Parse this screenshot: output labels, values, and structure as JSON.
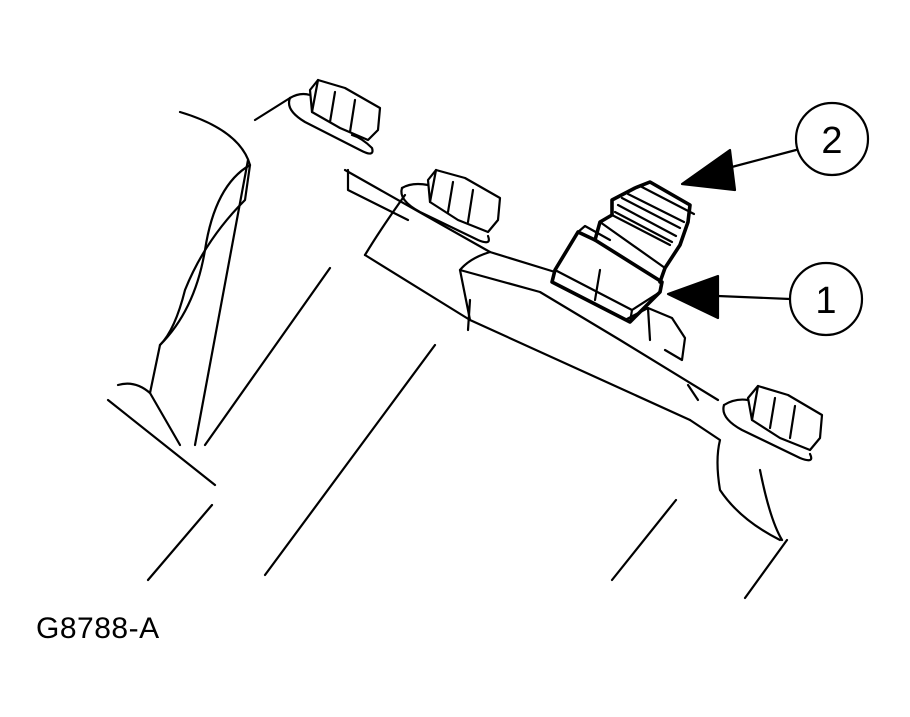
{
  "diagram": {
    "figure_code": "G8788-A",
    "callouts": [
      {
        "id": "1",
        "label": "1"
      },
      {
        "id": "2",
        "label": "2"
      }
    ],
    "colors": {
      "stroke": "#000000",
      "background": "#ffffff"
    }
  }
}
